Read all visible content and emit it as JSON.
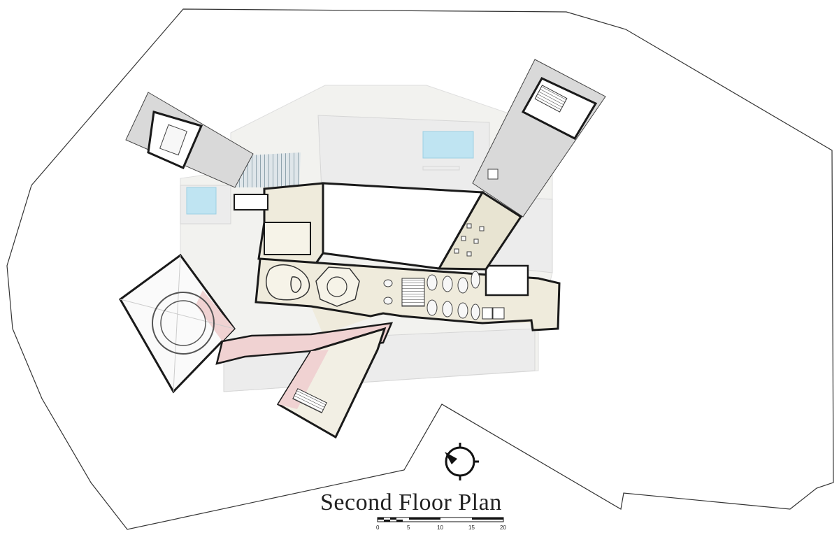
{
  "title": "Second Floor Plan",
  "scale_bar": {
    "ticks": [
      "0",
      "5",
      "10",
      "15",
      "20"
    ]
  },
  "icons": {
    "north_arrow": "north-arrow-icon"
  },
  "colors": {
    "walls": "#1a1a1a",
    "circulation_beige": "#efebdc",
    "pink_zone": "#f0d2d2",
    "roof_grey": "#d9d9d9",
    "pool_blue": "#bfe4f2",
    "context_grey": "#ececec"
  }
}
